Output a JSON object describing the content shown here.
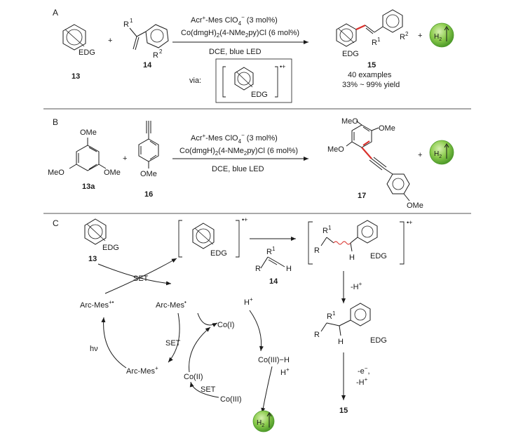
{
  "panels": {
    "a": {
      "letter": "A",
      "edg": "EDG",
      "plus1": "+",
      "r1": "R",
      "r1_sup": "1",
      "r2": "R",
      "r2_sup": "2",
      "c13": "13",
      "c14": "14",
      "cond1a": "Acr",
      "cond1b": "-Mes ClO",
      "cond1c": " (3 mol%)",
      "cond2": "Co(dmgH)",
      "cond2b": "(4-NMe",
      "cond2c": "py)Cl (6 mol%)",
      "cond3": "DCE, blue LED",
      "via": "via:",
      "via_edg": "EDG",
      "p_edg": "EDG",
      "p_r1": "R",
      "p_r2": "R",
      "c15": "15",
      "examples": "40 examples",
      "yield": "33% ~ 99% yield",
      "plus2": "+"
    },
    "b": {
      "letter": "B",
      "ome1": "OMe",
      "ome2": "MeO",
      "ome3": "OMe",
      "c13a": "13a",
      "plus": "+",
      "ome4": "OMe",
      "c16": "16",
      "cond1a": "Acr",
      "cond1b": "-Mes ClO",
      "cond1c": " (3 mol%)",
      "cond2": "Co(dmgH)",
      "cond2b": "(4-NMe",
      "cond2c": "py)Cl (6 mol%)",
      "cond3": "DCE, blue LED",
      "p_ome1": "MeO",
      "p_ome2": "OMe",
      "p_ome3": "MeO",
      "p_ome4": "OMe",
      "c17": "17",
      "plus2": "+"
    },
    "c": {
      "letter": "C",
      "edg1": "EDG",
      "c13": "13",
      "edg2": "EDG",
      "c14": "14",
      "r1": "R",
      "r": "R",
      "h": "H",
      "int_r1": "R",
      "int_r": "R",
      "int_h": "H",
      "int_edg": "EDG",
      "minus_h": "-H",
      "cat_r1": "R",
      "cat_r": "R",
      "cat_h": "H",
      "cat_edg": "EDG",
      "minus_e": "-e",
      "minus_h2": "-H",
      "c15": "15",
      "set1": "SET",
      "arc_rad": "Arc-Mes",
      "arc_mes": "Arc-Mes",
      "arc_plus": "Arc-Mes",
      "set2": "SET",
      "hv": "hν",
      "hplus": "H",
      "co1": "Co(I)",
      "co3h": "Co(III)−H",
      "hplus2": "H",
      "co2": "Co(II)",
      "set3": "SET",
      "co3": "Co(III)",
      "h2": "H"
    }
  },
  "colors": {
    "text": "#1a1a1a",
    "bond_highlight": "#d9302b",
    "h2_fill": "#7dc242",
    "h2_stroke": "#4e9a2a"
  },
  "icons": [
    "h2-gas-ball-icon",
    "benzene-ring-icon",
    "reaction-arrow-icon",
    "wavy-bond-icon"
  ]
}
